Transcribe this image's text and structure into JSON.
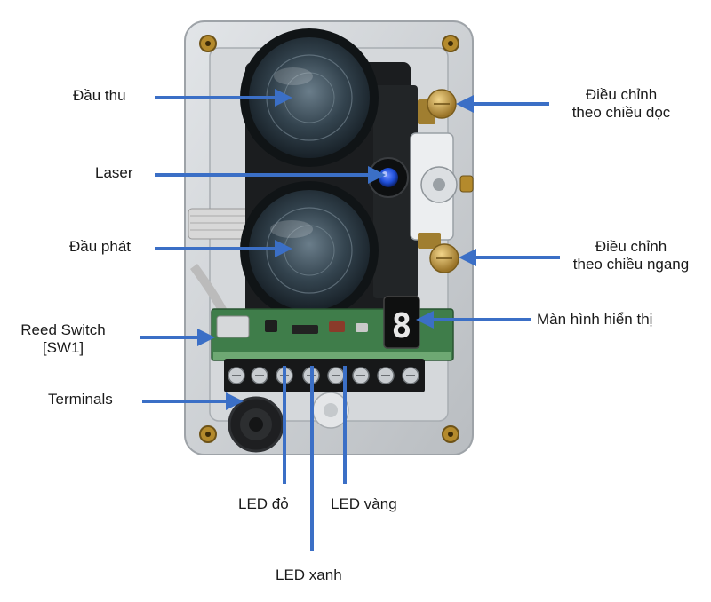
{
  "labels": {
    "receiver": "Đầu thu",
    "laser": "Laser",
    "transmitter": "Đầu phát",
    "reed_switch_line1": "Reed Switch",
    "reed_switch_line2": "[SW1]",
    "terminals": "Terminals",
    "vertical_adjust_line1": "Điều chỉnh",
    "vertical_adjust_line2": "theo chiều dọc",
    "horizontal_adjust_line1": "Điều chỉnh",
    "horizontal_adjust_line2": "theo chiều ngang",
    "display": "Màn hình hiển thị",
    "led_red": "LED đỏ",
    "led_yellow": "LED vàng",
    "led_green": "LED xanh"
  },
  "display_digit": "8",
  "colors": {
    "arrow": "#3b6fc6",
    "housing": "#c9cccf",
    "lens": "#2c3a44",
    "pcb": "#3f7d4a",
    "laser": "#1f4fd8",
    "brass": "#c9a24a"
  }
}
